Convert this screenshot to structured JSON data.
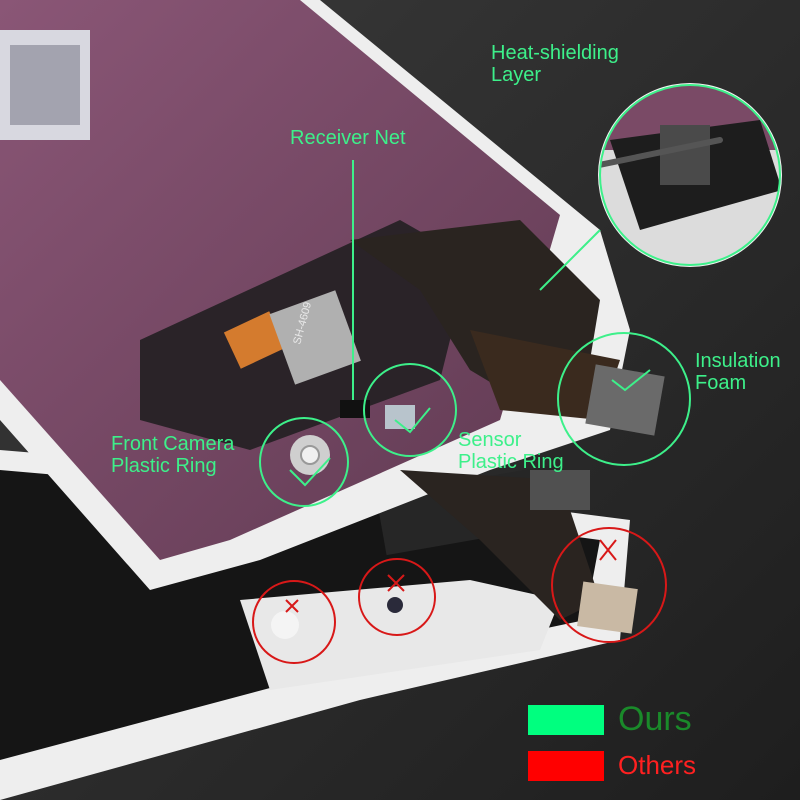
{
  "labels": {
    "heat_shielding": [
      "Heat-shielding",
      "Layer"
    ],
    "receiver_net": "Receiver Net",
    "insulation_foam": [
      "Insulation",
      "Foam"
    ],
    "front_camera_ring": [
      "Front Camera",
      "Plastic Ring"
    ],
    "sensor_ring": [
      "Sensor",
      "Plastic Ring"
    ]
  },
  "legend": {
    "ours": {
      "label": "Ours",
      "color": "#00ff7f",
      "text_color": "#1a8a2a"
    },
    "others": {
      "label": "Others",
      "color": "#ff0000",
      "text_color": "#ff2020"
    }
  },
  "colors": {
    "background": "#2b2b2b",
    "panel_back": "#7a4a66",
    "frame_white": "#eeeeee",
    "flex_cable": "#2a2420",
    "good_marker": "#3df08a",
    "bad_marker": "#d81818"
  },
  "markers": {
    "good": [
      "heat-shield-zoom",
      "receiver-net",
      "insulation-foam",
      "front-camera-ring",
      "sensor-ring"
    ],
    "bad": [
      "camera-ring-other",
      "sensor-ring-other",
      "foam-other"
    ]
  },
  "panel_text": {
    "part_code": "SH-4609"
  }
}
